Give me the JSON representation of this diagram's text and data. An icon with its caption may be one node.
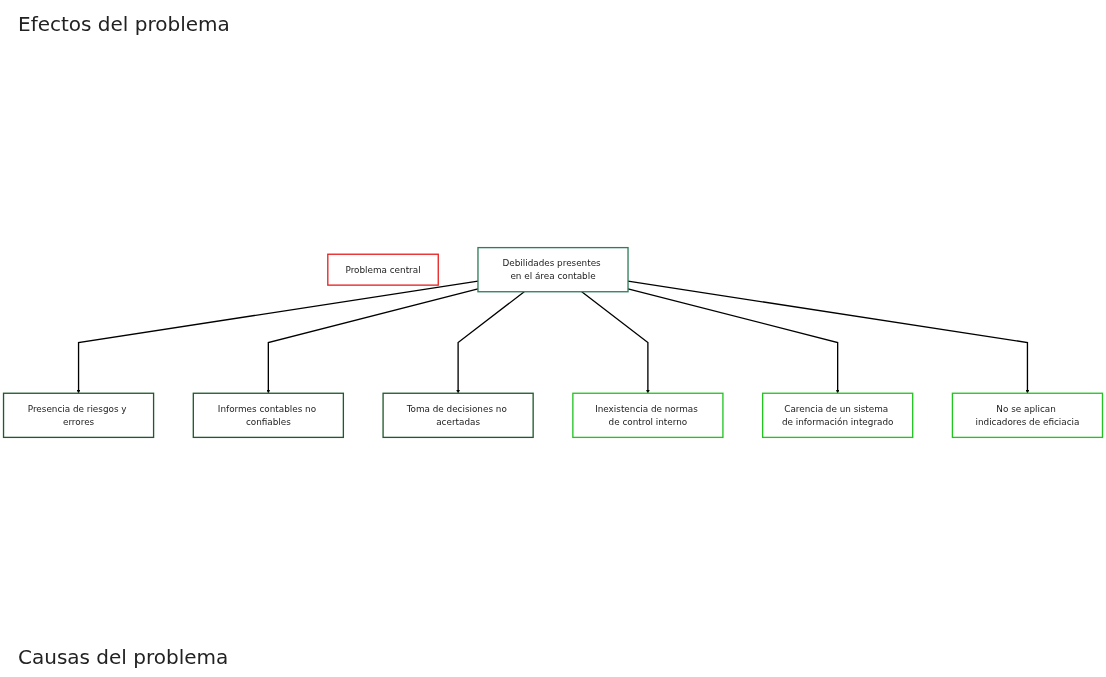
{
  "diagram": {
    "nodes": [
      {
        "text": [
          "Presencia de riesgos y errores"
        ]
      },
      {
        "text": [
          "Informes contables no confiables"
        ]
      },
      {
        "text": [
          "Toma de decisiones no acertadas"
        ]
      },
      {
        "text": [
          "Problema central"
        ]
      },
      {
        "text": [
          "Debilidades presentes en el área contable"
        ]
      },
      {
        "text": [
          "Inexistencia de normas de control interno"
        ]
      },
      {
        "text": [
          "Carencia de un sistema de información integrado"
        ]
      },
      {
        "text": [
          "No se aplican indicadores de eficiacia"
        ]
      }
    ],
    "edges": [
      {
        "from": 4,
        "to": 0,
        "arrow": "to"
      },
      {
        "from": 4,
        "to": 1,
        "arrow": "to"
      },
      {
        "from": 4,
        "to": 2,
        "arrow": "to"
      },
      {
        "from": 4,
        "to": 5,
        "arrow": "to"
      },
      {
        "from": 4,
        "to": 6,
        "arrow": "to"
      },
      {
        "from": 4,
        "to": 7,
        "arrow": "to"
      }
    ],
    "labels": [
      "Efectos del problema",
      "Causas del problema"
    ]
  }
}
